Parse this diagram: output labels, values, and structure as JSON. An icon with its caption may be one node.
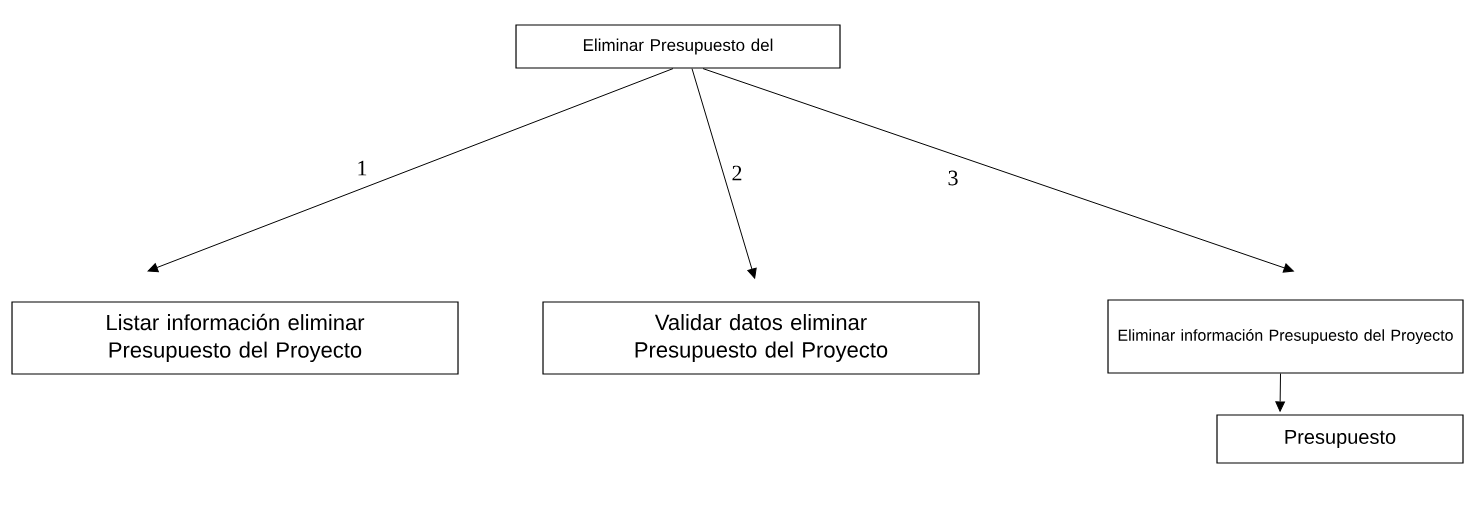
{
  "diagram": {
    "nodes": [
      {
        "text": [
          "Eliminar Presupuesto del"
        ]
      },
      {
        "text": [
          "Listar información eliminar Presupuesto del Proyecto"
        ]
      },
      {
        "text": [
          "Validar datos eliminar Presupuesto del Proyecto"
        ]
      },
      {
        "text": [
          "Eliminar información Presupuesto del Proyecto"
        ]
      },
      {
        "text": [
          "Presupuesto"
        ]
      }
    ],
    "edges": [
      {
        "from": 0,
        "to": 1,
        "arrow": "to",
        "label": "1"
      },
      {
        "from": 0,
        "to": 2,
        "arrow": "to",
        "label": "2"
      },
      {
        "from": 0,
        "to": 3,
        "arrow": "to",
        "label": "3"
      },
      {
        "from": 3,
        "to": 4,
        "arrow": "to"
      }
    ]
  }
}
